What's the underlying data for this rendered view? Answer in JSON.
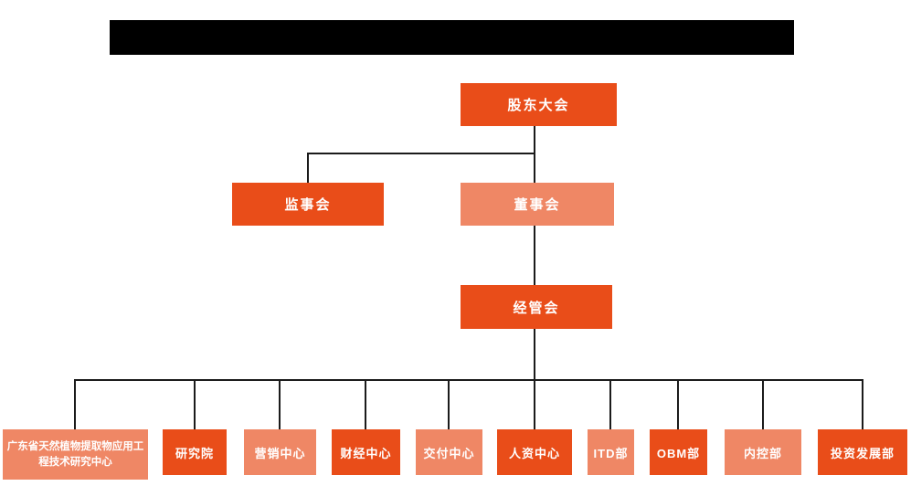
{
  "org": {
    "nodes": {
      "shareholders": {
        "label": "股东大会",
        "tone": "dark"
      },
      "supervisory": {
        "label": "监事会",
        "tone": "dark"
      },
      "board": {
        "label": "董事会",
        "tone": "light"
      },
      "management": {
        "label": "经管会",
        "tone": "dark"
      }
    },
    "departments": [
      {
        "label": "广东省天然植物提取物应用工程技术研究中心",
        "tone": "light"
      },
      {
        "label": "研究院",
        "tone": "dark"
      },
      {
        "label": "营销中心",
        "tone": "light"
      },
      {
        "label": "财经中心",
        "tone": "dark"
      },
      {
        "label": "交付中心",
        "tone": "light"
      },
      {
        "label": "人资中心",
        "tone": "dark"
      },
      {
        "label": "ITD部",
        "tone": "light"
      },
      {
        "label": "OBM部",
        "tone": "dark"
      },
      {
        "label": "内控部",
        "tone": "light"
      },
      {
        "label": "投资发展部",
        "tone": "dark"
      }
    ],
    "colors": {
      "primary": "#E94D19",
      "secondary": "#EF8765",
      "connector": "#1b1b1b",
      "redaction": "#000000",
      "node_text": "#ffffff",
      "background": "#ffffff"
    }
  }
}
